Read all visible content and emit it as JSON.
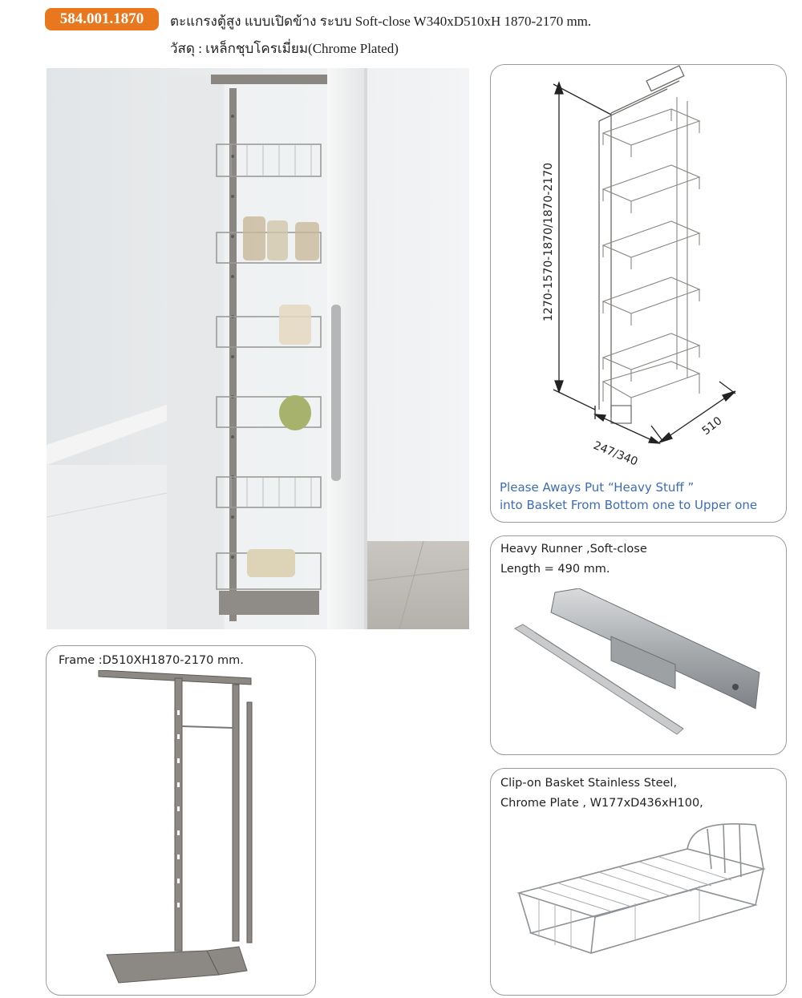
{
  "header": {
    "code": "584.001.1870",
    "title_line1": "ตะแกรงตู้สูง แบบเปิดข้าง ระบบ Soft-close W340xD510xH 1870-2170 mm.",
    "title_line2": "วัสดุ : เหล็กชุบโครเมี่ยม(Chrome Plated)"
  },
  "diagram": {
    "height_dim": "1270-1570-1870/1870-2170",
    "depth_dim": "510",
    "width_dim": "247/340",
    "note_line1": "Please Aways Put “Heavy Stuff ”",
    "note_line2": "into Basket From Bottom one to Upper one"
  },
  "runner": {
    "line1": "Heavy Runner ,Soft-close",
    "line2": "Length = 490 mm."
  },
  "frame": {
    "caption": "Frame :D510XH1870-2170 mm."
  },
  "basket": {
    "line1": "Clip-on Basket  Stainless Steel,",
    "line2": "Chrome Plate , W177xD436xH100,"
  },
  "colors": {
    "badge": "#e8771e",
    "note": "#3c6db4",
    "panel_border": "#9a9a9a"
  }
}
